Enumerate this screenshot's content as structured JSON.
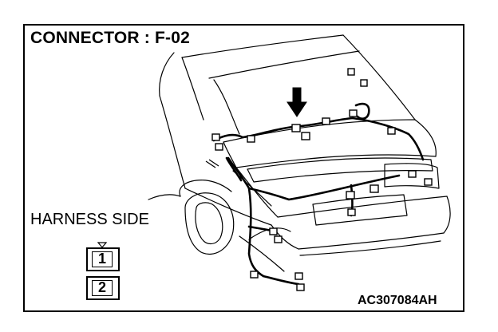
{
  "title": "CONNECTOR : F-02",
  "harness_label": "HARNESS SIDE",
  "pins": [
    {
      "label": "1"
    },
    {
      "label": "2"
    }
  ],
  "illustration_code": "AC307084AH",
  "icons": {
    "pointer": "down-arrow-icon",
    "vehicle": "car-rear-view-illustration"
  },
  "colors": {
    "line": "#000000",
    "background": "#ffffff"
  }
}
